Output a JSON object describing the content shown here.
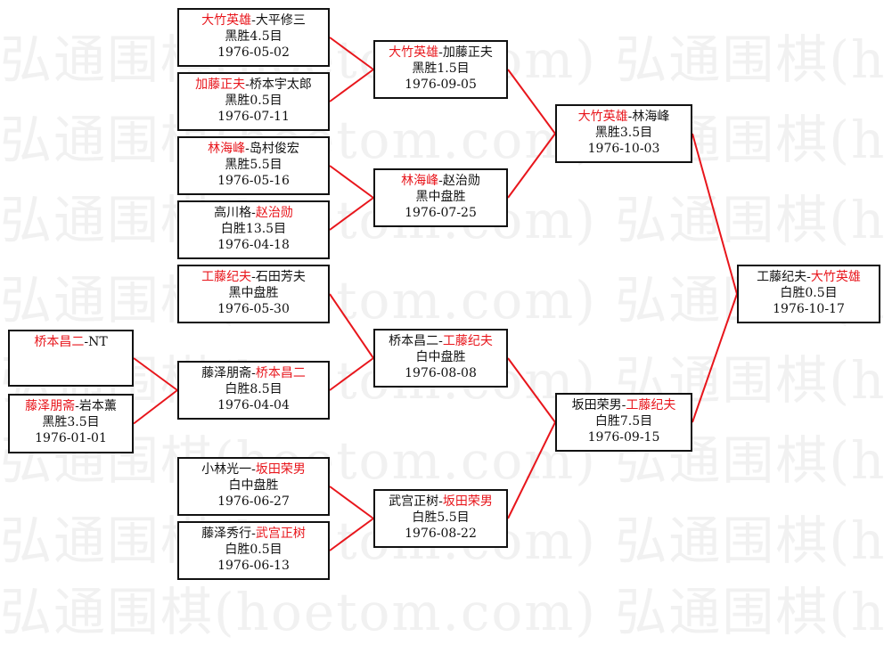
{
  "watermark": "弘通围棋(hoetom.com)",
  "colors": {
    "winner": "#e8161c",
    "line": "#e8161c",
    "border": "#111111"
  },
  "matches": [
    {
      "players": [
        {
          "name": "大竹英雄",
          "winner": true
        },
        {
          "name": "大平修三",
          "winner": false
        }
      ],
      "result": "黑胜4.5目",
      "date": "1976-05-02"
    },
    {
      "players": [
        {
          "name": "加藤正夫",
          "winner": true
        },
        {
          "name": "桥本宇太郎",
          "winner": false
        }
      ],
      "result": "黑胜0.5目",
      "date": "1976-07-11"
    },
    {
      "players": [
        {
          "name": "林海峰",
          "winner": true
        },
        {
          "name": "岛村俊宏",
          "winner": false
        }
      ],
      "result": "黑胜5.5目",
      "date": "1976-05-16"
    },
    {
      "players": [
        {
          "name": "高川格",
          "winner": false
        },
        {
          "name": "赵治勋",
          "winner": true
        }
      ],
      "result": "白胜13.5目",
      "date": "1976-04-18"
    },
    {
      "players": [
        {
          "name": "工藤纪夫",
          "winner": true
        },
        {
          "name": "石田芳夫",
          "winner": false
        }
      ],
      "result": "黑中盘胜",
      "date": "1976-05-30"
    },
    {
      "players": [
        {
          "name": "桥本昌二",
          "winner": true
        },
        {
          "name": "NT",
          "winner": false
        }
      ],
      "result": "",
      "date": ""
    },
    {
      "players": [
        {
          "name": "藤泽朋斋",
          "winner": true
        },
        {
          "name": "岩本薰",
          "winner": false
        }
      ],
      "result": "黑胜3.5目",
      "date": "1976-01-01"
    },
    {
      "players": [
        {
          "name": "藤泽朋斋",
          "winner": false
        },
        {
          "name": "桥本昌二",
          "winner": true
        }
      ],
      "result": "白胜8.5目",
      "date": "1976-04-04"
    },
    {
      "players": [
        {
          "name": "小林光一",
          "winner": false
        },
        {
          "name": "坂田荣男",
          "winner": true
        }
      ],
      "result": "白中盘胜",
      "date": "1976-06-27"
    },
    {
      "players": [
        {
          "name": "藤泽秀行",
          "winner": false
        },
        {
          "name": "武宫正树",
          "winner": true
        }
      ],
      "result": "白胜0.5目",
      "date": "1976-06-13"
    },
    {
      "players": [
        {
          "name": "大竹英雄",
          "winner": true
        },
        {
          "name": "加藤正夫",
          "winner": false
        }
      ],
      "result": "黑胜1.5目",
      "date": "1976-09-05"
    },
    {
      "players": [
        {
          "name": "林海峰",
          "winner": true
        },
        {
          "name": "赵治勋",
          "winner": false
        }
      ],
      "result": "黑中盘胜",
      "date": "1976-07-25"
    },
    {
      "players": [
        {
          "name": "桥本昌二",
          "winner": false
        },
        {
          "name": "工藤纪夫",
          "winner": true
        }
      ],
      "result": "白中盘胜",
      "date": "1976-08-08"
    },
    {
      "players": [
        {
          "name": "武宫正树",
          "winner": false
        },
        {
          "name": "坂田荣男",
          "winner": true
        }
      ],
      "result": "白胜5.5目",
      "date": "1976-08-22"
    },
    {
      "players": [
        {
          "name": "大竹英雄",
          "winner": true
        },
        {
          "name": "林海峰",
          "winner": false
        }
      ],
      "result": "黑胜3.5目",
      "date": "1976-10-03"
    },
    {
      "players": [
        {
          "name": "坂田荣男",
          "winner": false
        },
        {
          "name": "工藤纪夫",
          "winner": true
        }
      ],
      "result": "白胜7.5目",
      "date": "1976-09-15"
    },
    {
      "players": [
        {
          "name": "工藤纪夫",
          "winner": false
        },
        {
          "name": "大竹英雄",
          "winner": true
        }
      ],
      "result": "白胜0.5目",
      "date": "1976-10-17"
    }
  ],
  "edges": [
    [
      5,
      7
    ],
    [
      6,
      7
    ],
    [
      0,
      10
    ],
    [
      1,
      10
    ],
    [
      2,
      11
    ],
    [
      3,
      11
    ],
    [
      4,
      12
    ],
    [
      7,
      12
    ],
    [
      8,
      13
    ],
    [
      9,
      13
    ],
    [
      10,
      14
    ],
    [
      11,
      14
    ],
    [
      12,
      15
    ],
    [
      13,
      15
    ],
    [
      14,
      16
    ],
    [
      15,
      16
    ]
  ]
}
